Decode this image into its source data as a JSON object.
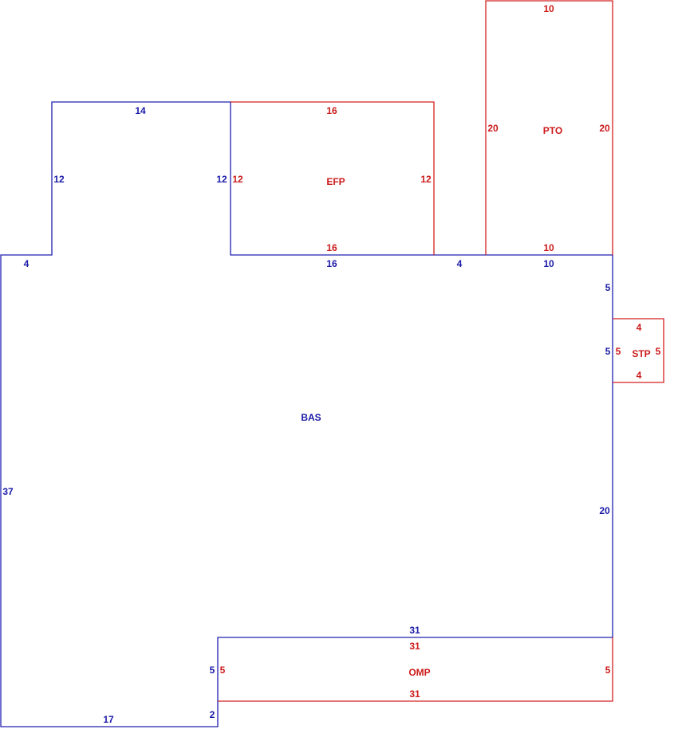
{
  "colors": {
    "base_outline": "#2020b0",
    "addition_outline": "#d42020",
    "base_text": "#1a1aa8",
    "addition_text": "#cc1a1a"
  },
  "areas": {
    "bas": {
      "code": "BAS"
    },
    "efp": {
      "code": "EFP"
    },
    "pto": {
      "code": "PTO"
    },
    "stp": {
      "code": "STP"
    },
    "omp": {
      "code": "OMP"
    }
  },
  "dims": {
    "bas_left": "4",
    "bas_upper_top": "14",
    "bas_upper_left": "12",
    "bas_upper_right": "12",
    "bas_mid": "16",
    "bas_gap": "4",
    "bas_pto": "10",
    "bas_right_upper": "5",
    "bas_right_stp": "5",
    "bas_right_lower": "20",
    "bas_omp": "31",
    "bas_step": "5",
    "bas_step2": "2",
    "bas_bottom": "17",
    "bas_height": "37",
    "efp_top": "16",
    "efp_left": "12",
    "efp_right": "12",
    "efp_bottom": "16",
    "pto_top": "10",
    "pto_left": "20",
    "pto_right": "20",
    "pto_bottom": "10",
    "stp_top": "4",
    "stp_left": "5",
    "stp_right": "5",
    "stp_bottom": "4",
    "omp_top": "31",
    "omp_left": "5",
    "omp_right": "5",
    "omp_bottom": "31"
  }
}
